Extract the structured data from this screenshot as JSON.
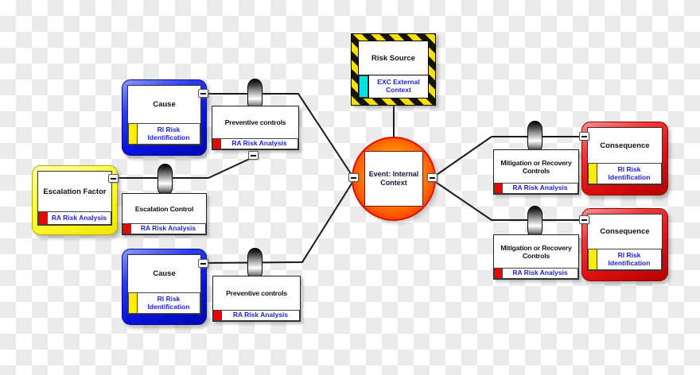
{
  "diagram": {
    "type": "bowtie-risk-diagram",
    "nodes": {
      "risk_source": {
        "title": "Risk Source",
        "tag": "EXC External Context",
        "chip_color": "cyan"
      },
      "cause_top": {
        "title": "Cause",
        "tag": "RI Risk Identification",
        "chip_color": "yellow"
      },
      "preventive_top": {
        "title": "Preventive controls",
        "tag": "RA Risk Analysis",
        "chip_color": "red"
      },
      "escalation_factor": {
        "title": "Escalation Factor",
        "tag": "RA Risk Analysis",
        "chip_color": "red"
      },
      "escalation_control": {
        "title": "Escalation Control",
        "tag": "RA Risk Analysis",
        "chip_color": "red"
      },
      "cause_bottom": {
        "title": "Cause",
        "tag": "RI Risk Identification",
        "chip_color": "yellow"
      },
      "preventive_bottom": {
        "title": "Preventive controls",
        "tag": "RA Risk Analysis",
        "chip_color": "red"
      },
      "event": {
        "title": "Event: Internal Context"
      },
      "mitigation_top": {
        "title": "Mitigation or Recovery Controls",
        "tag": "RA Risk Analysis",
        "chip_color": "red"
      },
      "consequence_top": {
        "title": "Consequence",
        "tag": "RI Risk Identification",
        "chip_color": "yellow"
      },
      "mitigation_bottom": {
        "title": "Mitigation or Recovery Controls",
        "tag": "RA Risk Analysis",
        "chip_color": "red"
      },
      "consequence_bottom": {
        "title": "Consequence",
        "tag": "RI Risk Identification",
        "chip_color": "yellow"
      }
    },
    "colors": {
      "cause_frame_blue": "#0a14e0",
      "consequence_frame_red": "#e01010",
      "escalation_frame_yellow": "#ffff36",
      "hazard_stripe_yellow": "#ffdf00",
      "hazard_stripe_black": "#141400",
      "event_orange": "#ff9000",
      "event_red": "#ff1800",
      "label_blue": "#2222cc",
      "chip_yellow": "#ffee00",
      "chip_red": "#ee0000",
      "chip_cyan": "#00e0e0",
      "connector_line": "#1a1a1a",
      "checker_light": "#ffffff",
      "checker_dark": "#ebebeb"
    }
  }
}
